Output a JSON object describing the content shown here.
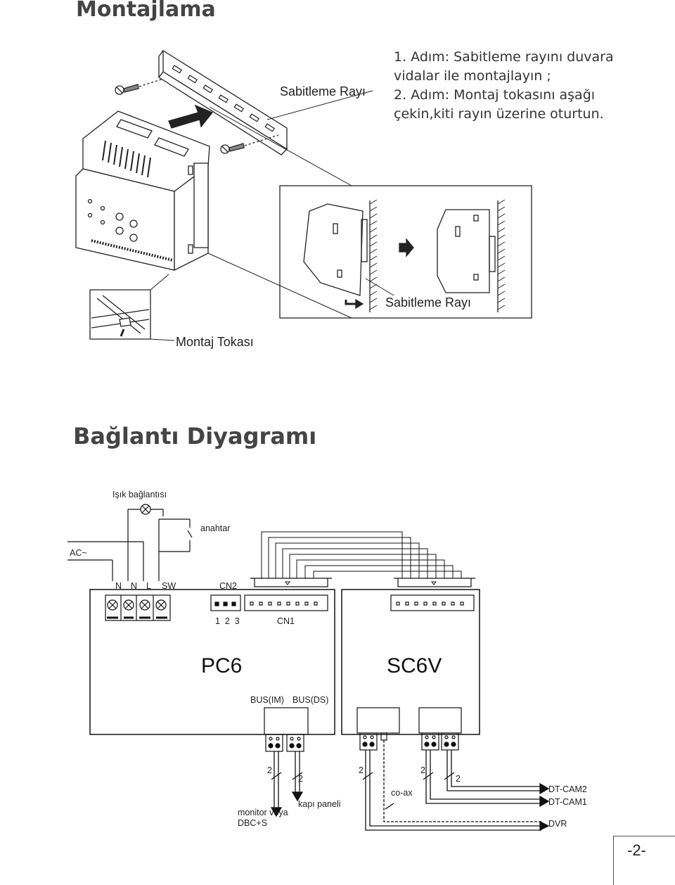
{
  "section1": {
    "title": "Montajlama",
    "steps": [
      "1. Adım: Sabitleme rayını duvara vidalar ile montajlayın ;",
      "2. Adım: Montaj tokasını aşağı çekin,kiti rayın üzerine oturtun."
    ],
    "labels": {
      "rail_top": "Sabitleme Rayı",
      "rail_side": "Sabitleme Rayı",
      "clip": "Montaj Tokası"
    }
  },
  "section2": {
    "title": "Bağlantı Diyagramı",
    "light_connection": "Işık bağlantısı",
    "switch": "anahtar",
    "ac": "AC~",
    "terminals": [
      "N",
      "N",
      "L",
      "SW"
    ],
    "cn2": "CN2",
    "cn2_pins": "1  2  3",
    "cn1": "CN1",
    "units": [
      "PC6",
      "SC6V"
    ],
    "bus_labels": [
      "BUS(IM)",
      "BUS(DS)"
    ],
    "wire_counts": [
      "2",
      "2",
      "2",
      "2",
      "2"
    ],
    "coax": "co-ax",
    "monitor": [
      "monitor veya",
      "DBC+S"
    ],
    "door_panel": "kapı paneli",
    "outputs": [
      "DT-CAM2",
      "DT-CAM1",
      "DVR"
    ]
  },
  "page_number": "-2-"
}
